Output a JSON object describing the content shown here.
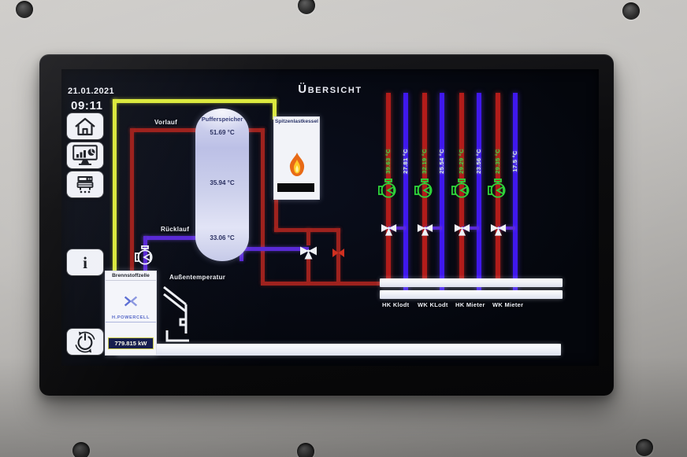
{
  "panel": {
    "screen": {
      "header": {
        "date": "21.01.2021",
        "time": "09:11",
        "title": "Übersicht"
      },
      "sidebar": {
        "info_glyph": "i"
      },
      "schematic": {
        "supply_label": "Vorlauf",
        "return_label": "Rücklauf",
        "buffer_tank": {
          "label": "Pufferspeicher",
          "temp_top": "51.69 °C",
          "temp_middle": "35.94 °C",
          "temp_bottom": "33.06 °C"
        },
        "boiler": {
          "label": "Spitzenlastkessel"
        },
        "fuel_cell": {
          "label": "Brennstoffzelle",
          "brand": "H.POWERCELL",
          "power_output": "779.815 kW"
        },
        "outdoor_sensor": {
          "label": "Außentemperatur"
        },
        "circuits": [
          {
            "name": "HK Klodt",
            "supply_temp": "39.63 °C",
            "return_temp": "27.81 °C"
          },
          {
            "name": "WK KLodt",
            "supply_temp": "32.19 °C",
            "return_temp": "25.54 °C"
          },
          {
            "name": "HK Mieter",
            "supply_temp": "29.29 °C",
            "return_temp": "23.56 °C"
          },
          {
            "name": "WK Mieter",
            "supply_temp": "29.35 °C",
            "return_temp": "17.5 °C"
          }
        ],
        "colors": {
          "supply_pipe": "#a82420",
          "return_pipe": "#4a22e0",
          "generator_pipe": "#d9e93e",
          "pump_green": "#2ed43a",
          "valve_white": "#eef0f6"
        }
      }
    }
  }
}
